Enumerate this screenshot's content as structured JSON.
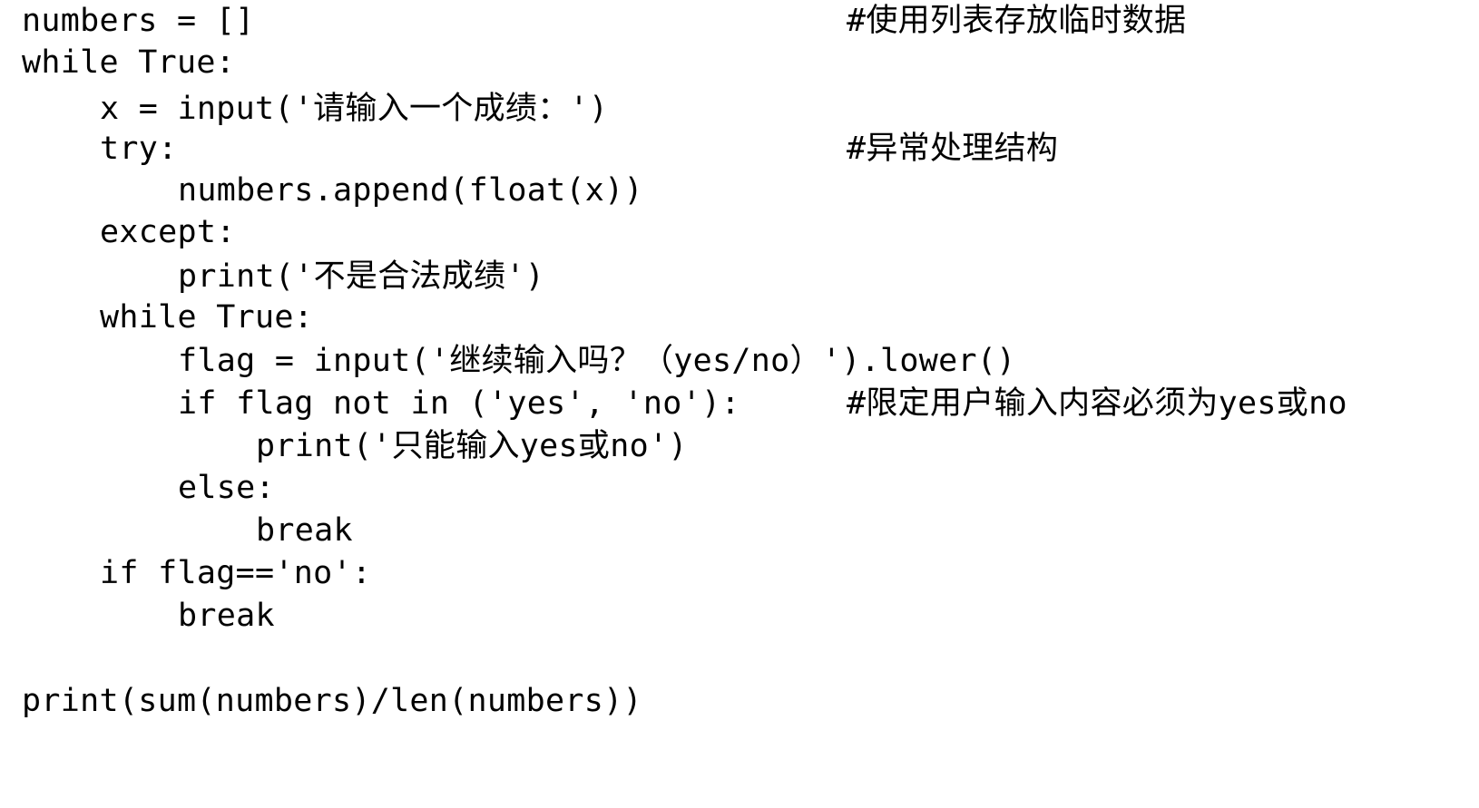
{
  "document": {
    "language": "python",
    "lines": [
      {
        "indent": 0,
        "code": "numbers = []",
        "comment": "#使用列表存放临时数据"
      },
      {
        "indent": 0,
        "code": "while True:",
        "comment": ""
      },
      {
        "indent": 1,
        "code": "x = input('请输入一个成绩：')",
        "comment": ""
      },
      {
        "indent": 1,
        "code": "try:",
        "comment": "#异常处理结构"
      },
      {
        "indent": 2,
        "code": "numbers.append(float(x))",
        "comment": ""
      },
      {
        "indent": 1,
        "code": "except:",
        "comment": ""
      },
      {
        "indent": 2,
        "code": "print('不是合法成绩')",
        "comment": ""
      },
      {
        "indent": 1,
        "code": "while True:",
        "comment": ""
      },
      {
        "indent": 2,
        "code": "flag = input('继续输入吗？（yes/no）').lower()",
        "comment": ""
      },
      {
        "indent": 2,
        "code": "if flag not in ('yes', 'no'):",
        "comment": "#限定用户输入内容必须为yes或no"
      },
      {
        "indent": 3,
        "code": "print('只能输入yes或no')",
        "comment": ""
      },
      {
        "indent": 2,
        "code": "else:",
        "comment": ""
      },
      {
        "indent": 3,
        "code": "break",
        "comment": ""
      },
      {
        "indent": 1,
        "code": "if flag=='no':",
        "comment": ""
      },
      {
        "indent": 2,
        "code": "break",
        "comment": ""
      },
      {
        "indent": 0,
        "code": "",
        "comment": ""
      },
      {
        "indent": 0,
        "code": "print(sum(numbers)/len(numbers))",
        "comment": ""
      }
    ]
  }
}
